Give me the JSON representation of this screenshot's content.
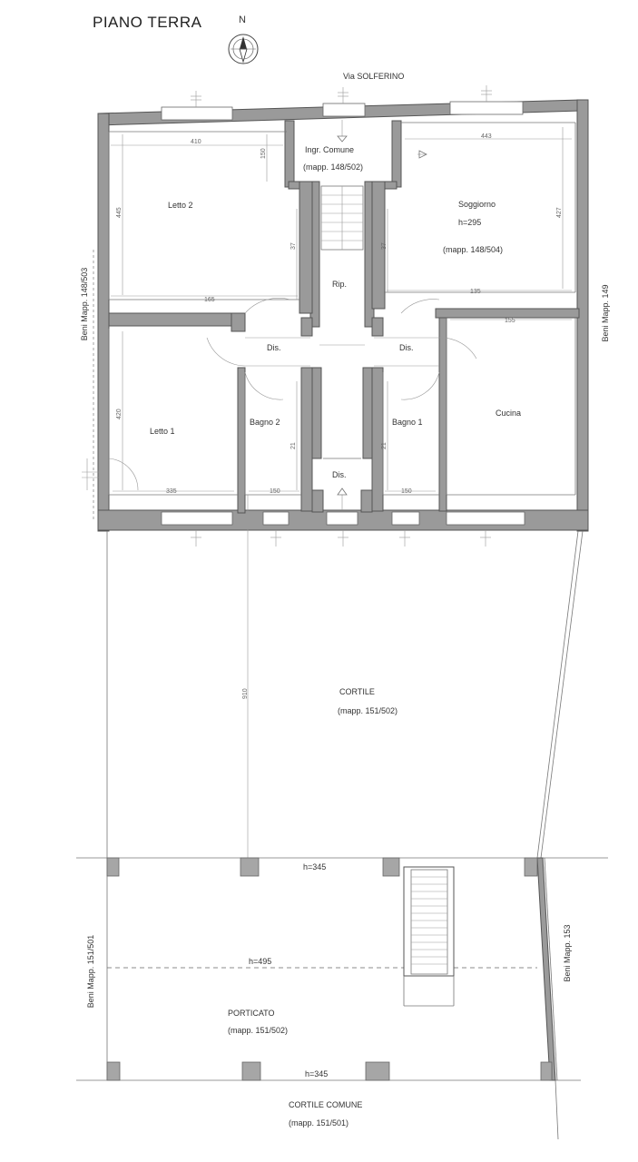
{
  "title": "PIANO TERRA",
  "north_label": "N",
  "street": "Via SOLFERINO",
  "rooms": {
    "ingresso": "Ingr. Comune",
    "ingresso_mapp": "(mapp. 148/502)",
    "letto2": "Letto 2",
    "letto1": "Letto 1",
    "soggiorno": "Soggiorno",
    "soggiorno_h": "h=295",
    "soggiorno_mapp": "(mapp. 148/504)",
    "rip": "Rip.",
    "dis_left": "Dis.",
    "dis_right": "Dis.",
    "dis_bottom": "Dis.",
    "bagno2": "Bagno 2",
    "bagno1": "Bagno 1",
    "cucina": "Cucina"
  },
  "cortile": {
    "label": "CORTILE",
    "mapp": "(mapp. 151/502)"
  },
  "porticato": {
    "label": "PORTICATO",
    "mapp": "(mapp. 151/502)",
    "h_top": "h=345",
    "h_mid": "h=495",
    "h_bottom": "h=345"
  },
  "cortile_comune": {
    "label": "CORTILE COMUNE",
    "mapp": "(mapp. 151/501)"
  },
  "neighbors": {
    "left_top": "Beni Mapp. 148/503",
    "right_top": "Beni Mapp. 149",
    "left_bottom": "Beni Mapp. 151/501",
    "right_bottom": "Beni Mapp. 153"
  },
  "dimensions": {
    "letto2_w": "410",
    "letto2_w2": "165",
    "letto2_h": "445",
    "ingr_v": "150",
    "sogg_w": "443",
    "sogg_w2": "135",
    "sogg_h": "427",
    "cucina_w": "155",
    "letto1_h": "420",
    "letto1_w": "335",
    "bagno2_w": "150",
    "bagno1_w": "150",
    "bagno_v_left": "21",
    "bagno_v_right": "21",
    "rip_v_left": "37",
    "rip_v_right": "37",
    "cortile_v": "910"
  }
}
